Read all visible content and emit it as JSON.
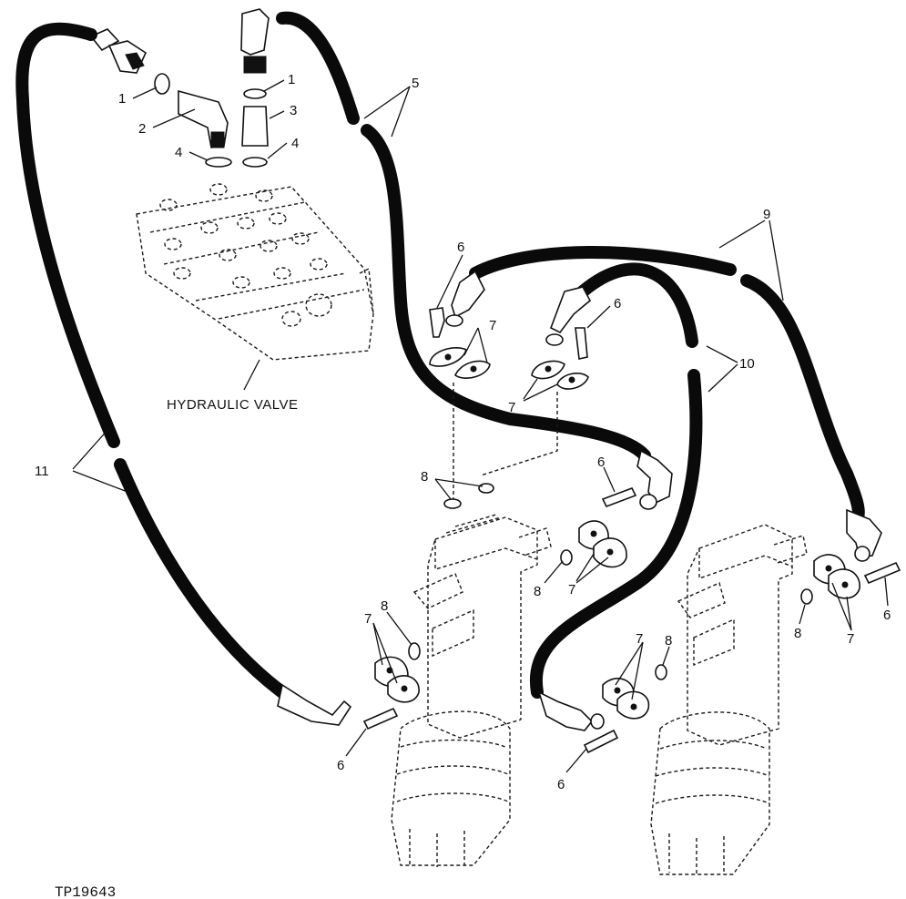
{
  "diagram": {
    "component_label": "HYDRAULIC VALVE",
    "figure_id": "TP19643",
    "callouts": {
      "c1a": "1",
      "c1b": "1",
      "c2": "2",
      "c3": "3",
      "c4a": "4",
      "c4b": "4",
      "c5": "5",
      "c6a": "6",
      "c6b": "6",
      "c6c": "6",
      "c6d": "6",
      "c6e": "6",
      "c6f": "6",
      "c7a": "7",
      "c7b": "7",
      "c7c": "7",
      "c7d": "7",
      "c7e": "7",
      "c7f": "7",
      "c8a": "8",
      "c8b": "8",
      "c8c": "8",
      "c8d": "8",
      "c8e": "8",
      "c9": "9",
      "c10": "10",
      "c11": "11"
    }
  }
}
